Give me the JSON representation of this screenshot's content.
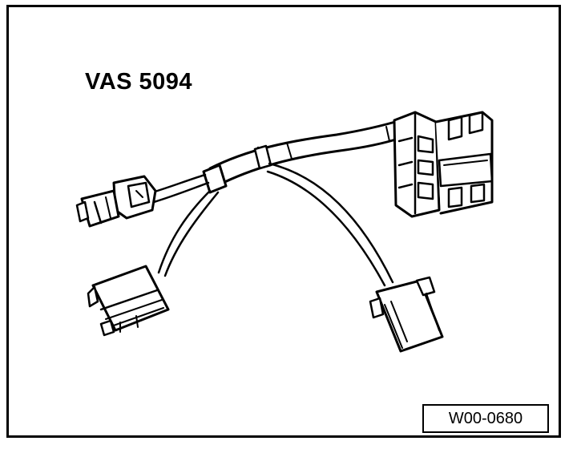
{
  "diagram": {
    "title": "VAS 5094",
    "figure_id": "W00-0680",
    "parts": [
      "main-connector",
      "small-plug-left",
      "connector-lower-left",
      "connector-lower-right",
      "cable-harness"
    ]
  }
}
